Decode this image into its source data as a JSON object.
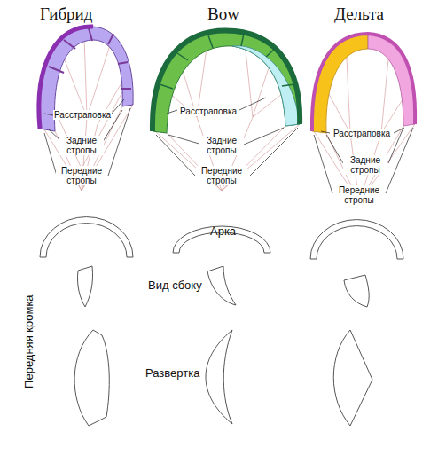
{
  "diagram": {
    "labels": [
      "Гибрид",
      "Bow",
      "Дельта",
      "Расстраповка",
      "Задние стропы",
      "Передние стропы",
      "Расстраповка",
      "Задние стропы",
      "Передние стропы",
      "Расстраповка",
      "Задние стропы",
      "Передние стропы",
      "Арка",
      "Вид сбоку",
      "Развертка",
      "Передняя кромка"
    ]
  }
}
